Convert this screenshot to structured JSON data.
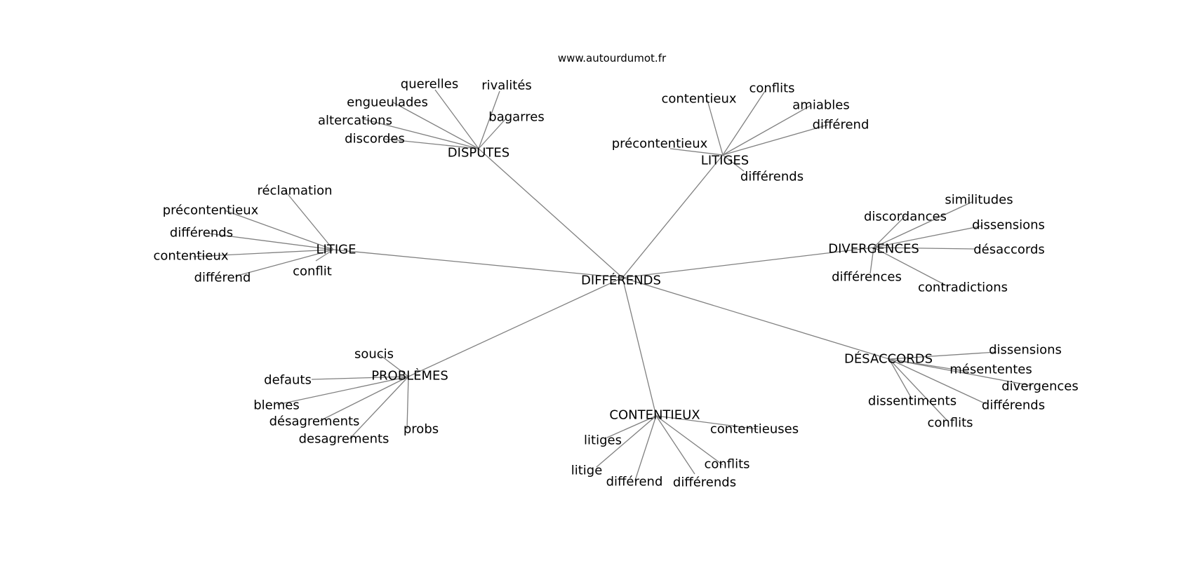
{
  "header": {
    "site": "www.autourdumot.fr"
  },
  "graph": {
    "edge_color": "#808080",
    "text_color": "#000000",
    "center": {
      "id": "center",
      "label": "DIFFÉRENDS"
    },
    "clusters": [
      {
        "id": "disputes",
        "label": "DISPUTES",
        "children": [
          {
            "id": "disputes-querelles",
            "label": "querelles"
          },
          {
            "id": "disputes-rivalites",
            "label": "rivalités"
          },
          {
            "id": "disputes-engueulades",
            "label": "engueulades"
          },
          {
            "id": "disputes-altercations",
            "label": "altercations"
          },
          {
            "id": "disputes-bagarres",
            "label": "bagarres"
          },
          {
            "id": "disputes-discordes",
            "label": "discordes"
          }
        ]
      },
      {
        "id": "litiges",
        "label": "LITIGES",
        "children": [
          {
            "id": "litiges-contentieux",
            "label": "contentieux"
          },
          {
            "id": "litiges-conflits",
            "label": "conflits"
          },
          {
            "id": "litiges-amiables",
            "label": "amiables"
          },
          {
            "id": "litiges-differend",
            "label": "différend"
          },
          {
            "id": "litiges-precontentieux",
            "label": "précontentieux"
          },
          {
            "id": "litiges-differends",
            "label": "différends"
          }
        ]
      },
      {
        "id": "litige",
        "label": "LITIGE",
        "children": [
          {
            "id": "litige-precontentieux",
            "label": "précontentieux"
          },
          {
            "id": "litige-reclamation",
            "label": "réclamation"
          },
          {
            "id": "litige-differends",
            "label": "différends"
          },
          {
            "id": "litige-contentieux",
            "label": "contentieux"
          },
          {
            "id": "litige-differend",
            "label": "différend"
          },
          {
            "id": "litige-conflit",
            "label": "conflit"
          }
        ]
      },
      {
        "id": "divergences",
        "label": "DIVERGENCES",
        "children": [
          {
            "id": "divergences-similitudes",
            "label": "similitudes"
          },
          {
            "id": "divergences-discordances",
            "label": "discordances"
          },
          {
            "id": "divergences-dissensions",
            "label": "dissensions"
          },
          {
            "id": "divergences-desaccords",
            "label": "désaccords"
          },
          {
            "id": "divergences-differences",
            "label": "différences"
          },
          {
            "id": "divergences-contradictions",
            "label": "contradictions"
          }
        ]
      },
      {
        "id": "problemes",
        "label": "PROBLÈMES",
        "children": [
          {
            "id": "problemes-soucis",
            "label": "soucis"
          },
          {
            "id": "problemes-defauts",
            "label": "defauts"
          },
          {
            "id": "problemes-blemes",
            "label": "blemes"
          },
          {
            "id": "problemes-desagrements-accent",
            "label": "désagrements"
          },
          {
            "id": "problemes-probs",
            "label": "probs"
          },
          {
            "id": "problemes-desagrements",
            "label": "desagrements"
          }
        ]
      },
      {
        "id": "contentieux",
        "label": "CONTENTIEUX",
        "children": [
          {
            "id": "contentieux-contentieuses",
            "label": "contentieuses"
          },
          {
            "id": "contentieux-litiges",
            "label": "litiges"
          },
          {
            "id": "contentieux-conflits",
            "label": "conflits"
          },
          {
            "id": "contentieux-litige",
            "label": "litige"
          },
          {
            "id": "contentieux-differend",
            "label": "différend"
          },
          {
            "id": "contentieux-differends",
            "label": "différends"
          }
        ]
      },
      {
        "id": "desaccords",
        "label": "DÉSACCORDS",
        "children": [
          {
            "id": "desaccords-dissensions",
            "label": "dissensions"
          },
          {
            "id": "desaccords-mesententes",
            "label": "mésententes"
          },
          {
            "id": "desaccords-divergences",
            "label": "divergences"
          },
          {
            "id": "desaccords-dissentiments",
            "label": "dissentiments"
          },
          {
            "id": "desaccords-differends",
            "label": "différends"
          },
          {
            "id": "desaccords-conflits",
            "label": "conflits"
          }
        ]
      }
    ]
  }
}
